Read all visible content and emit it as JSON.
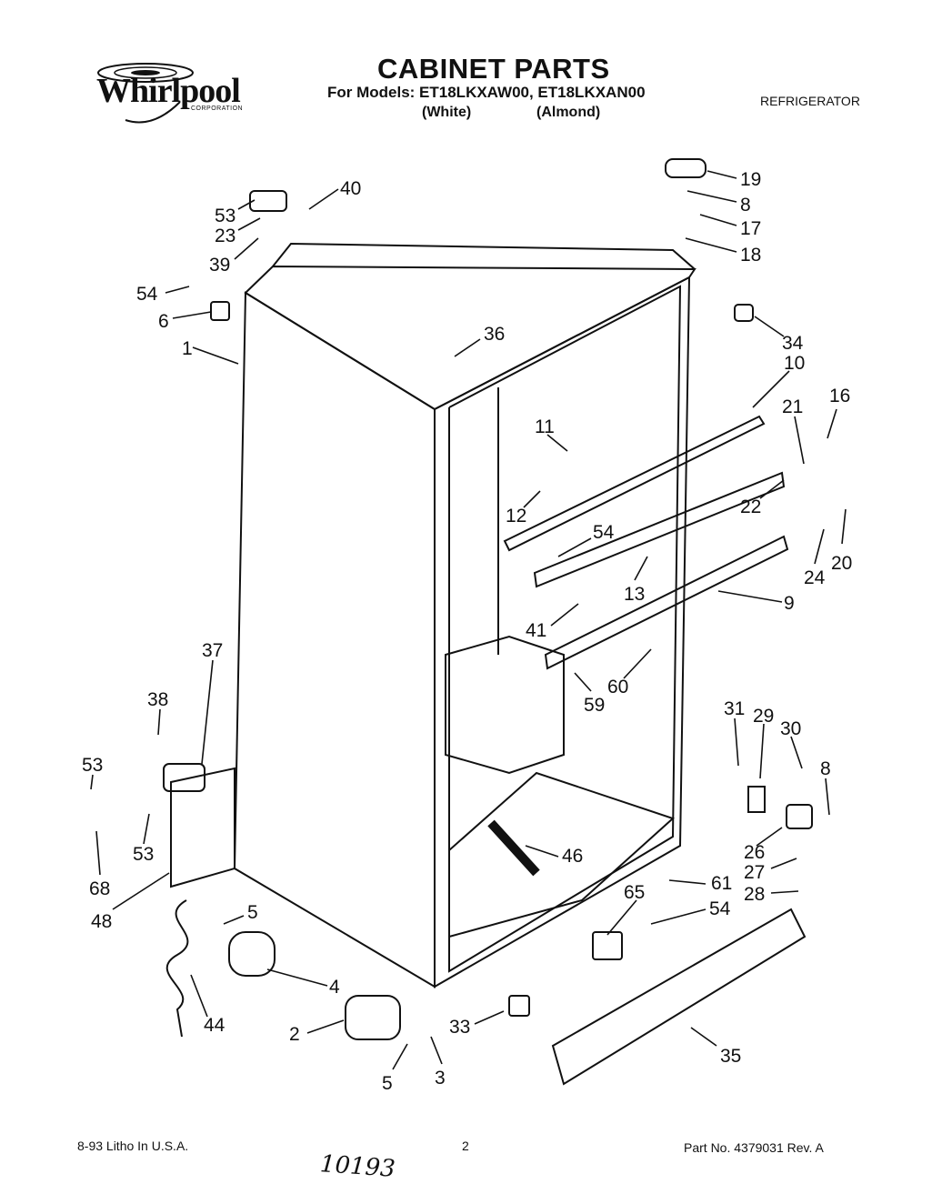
{
  "header": {
    "brand": "Whirlpool",
    "brand_sub": "CORPORATION",
    "title": "CABINET PARTS",
    "models": "For Models: ET18LKXAW00, ET18LKXAN00",
    "variant_white": "(White)",
    "variant_almond": "(Almond)",
    "category": "REFRIGERATOR"
  },
  "footer": {
    "litho": "8-93 Litho In U.S.A.",
    "page": "2",
    "part_no": "Part No. 4379031 Rev. A",
    "handwritten": "10193"
  },
  "callouts": [
    "53",
    "23",
    "40",
    "39",
    "54",
    "6",
    "1",
    "19",
    "8",
    "17",
    "18",
    "34",
    "36",
    "10",
    "16",
    "21",
    "11",
    "12",
    "22",
    "20",
    "24",
    "54",
    "13",
    "9",
    "41",
    "60",
    "59",
    "37",
    "38",
    "31",
    "29",
    "30",
    "8",
    "53",
    "53",
    "68",
    "48",
    "26",
    "27",
    "61",
    "28",
    "46",
    "65",
    "54",
    "5",
    "4",
    "44",
    "2",
    "5",
    "3",
    "33",
    "35"
  ]
}
